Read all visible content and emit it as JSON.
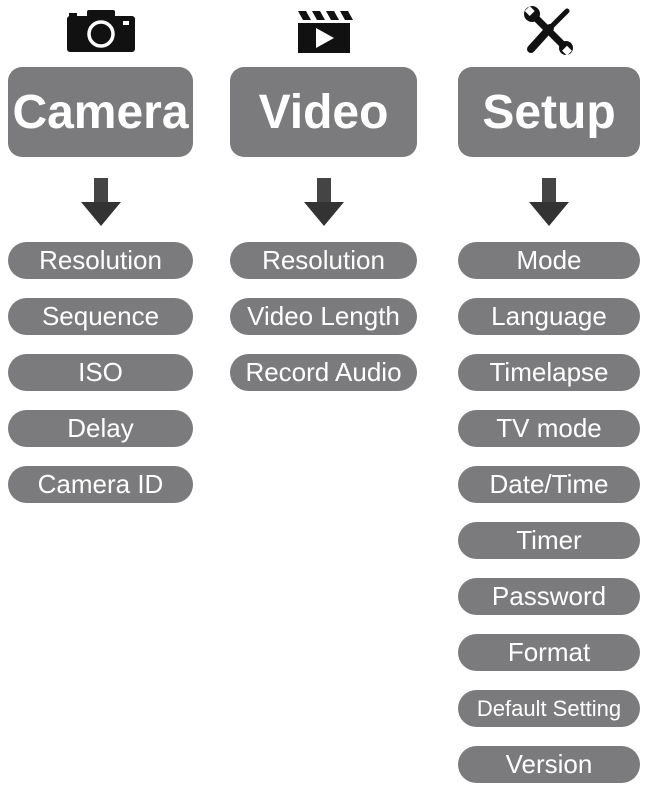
{
  "columns": [
    {
      "id": "camera",
      "title": "Camera",
      "icon": "camera-icon",
      "items": [
        "Resolution",
        "Sequence",
        "ISO",
        "Delay",
        "Camera ID"
      ]
    },
    {
      "id": "video",
      "title": "Video",
      "icon": "clapperboard-icon",
      "items": [
        "Resolution",
        "Video Length",
        "Record Audio"
      ]
    },
    {
      "id": "setup",
      "title": "Setup",
      "icon": "tools-icon",
      "items": [
        "Mode",
        "Language",
        "Timelapse",
        "TV mode",
        "Date/Time",
        "Timer",
        "Password",
        "Format",
        "Default Setting",
        "Version"
      ]
    }
  ],
  "colors": {
    "box": "#7b7b7d",
    "text": "#ffffff",
    "icon": "#111111"
  }
}
